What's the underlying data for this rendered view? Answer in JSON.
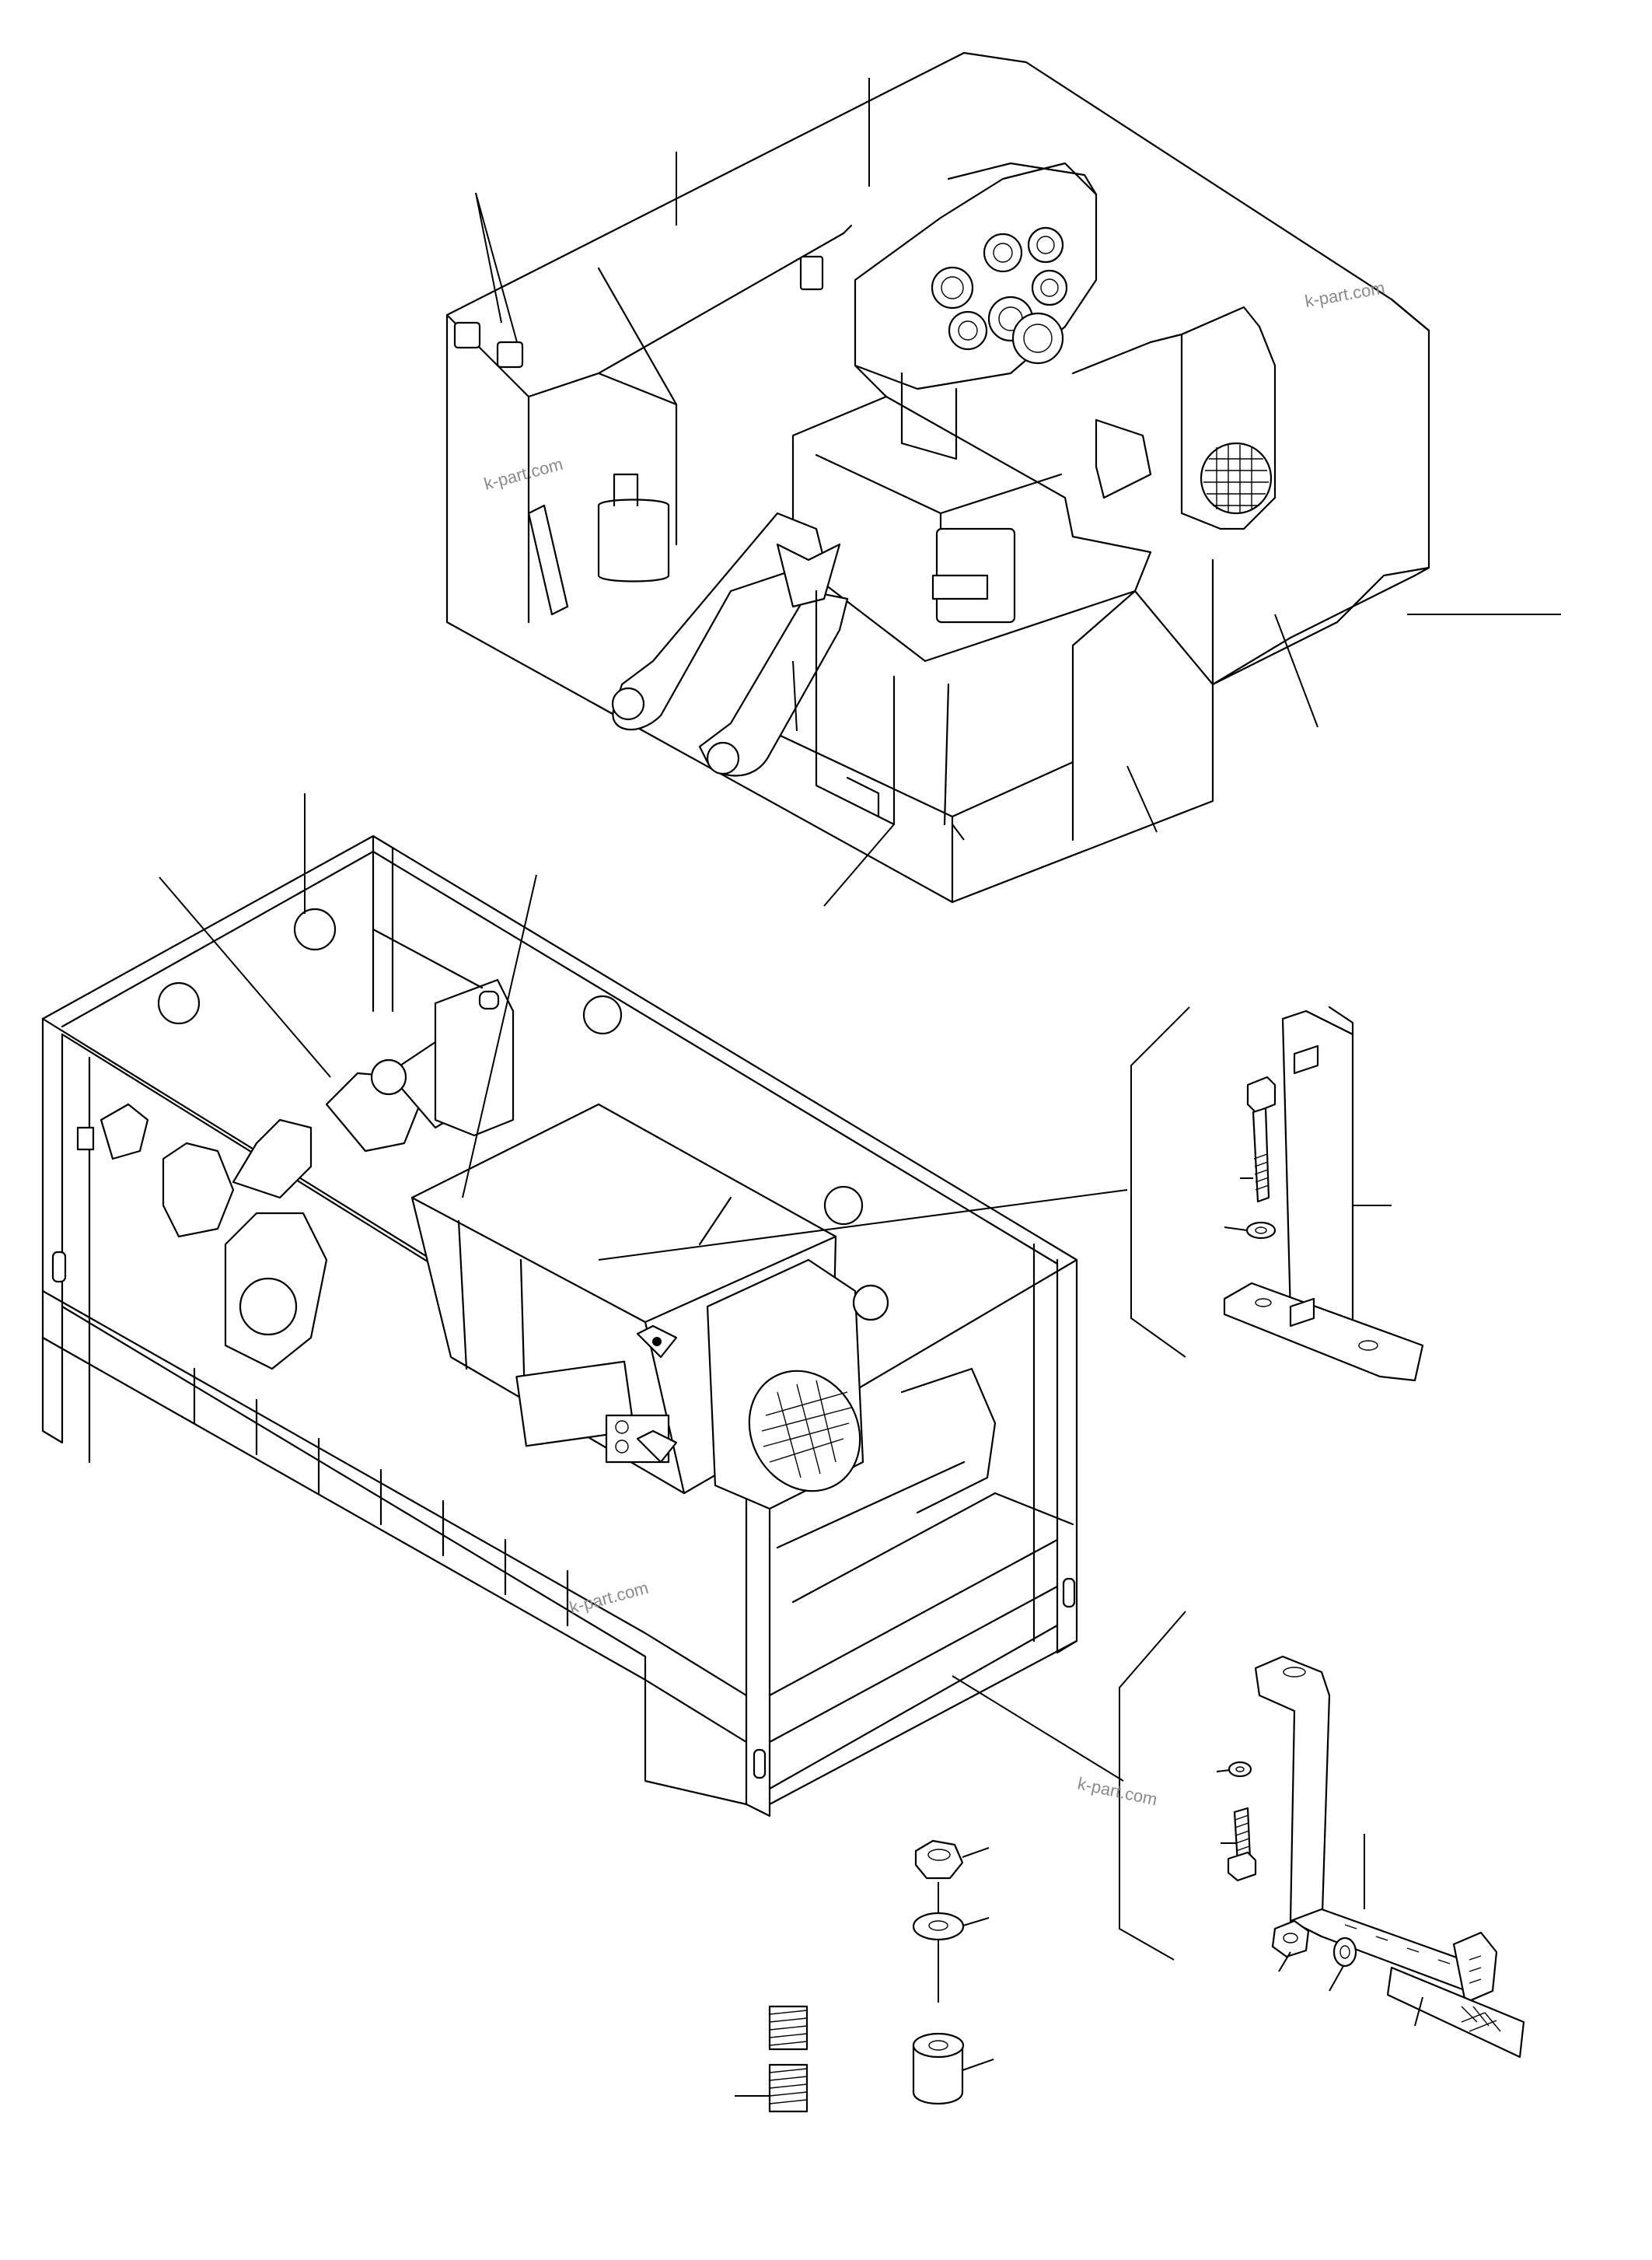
{
  "watermarks": [
    "k-part.com",
    "k-part.com",
    "k-part.com",
    "k-part.com"
  ],
  "icons": {
    "top_assembly": "machine-housing-icon",
    "base_frame": "engine-frame-icon",
    "bracket": "support-bracket-icon",
    "strap": "mounting-strap-icon",
    "hardware": [
      "nut-icon",
      "washer-icon",
      "spacer-icon",
      "spring-icon"
    ]
  },
  "colors": {
    "line": "#000000",
    "background": "#ffffff",
    "watermark": "#8a8a8a"
  }
}
